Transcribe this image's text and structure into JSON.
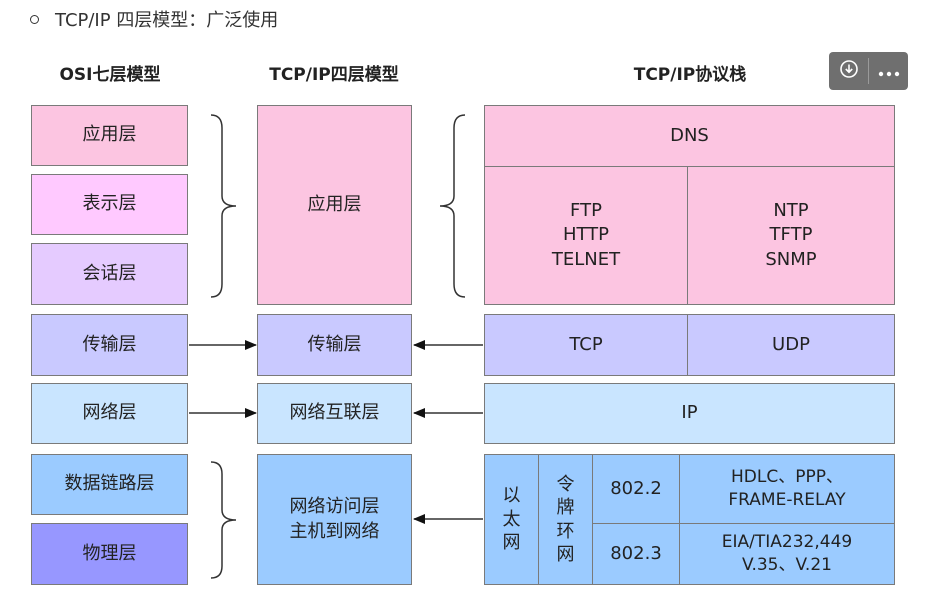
{
  "intro": {
    "text": "TCP/IP 四层模型：广泛使用"
  },
  "headers": {
    "osi": "OSI七层模型",
    "tcpip4": "TCP/IP四层模型",
    "stack": "TCP/IP协议栈"
  },
  "osi_layers": [
    "应用层",
    "表示层",
    "会话层",
    "传输层",
    "网络层",
    "数据链路层",
    "物理层"
  ],
  "tcpip_layers": [
    "应用层",
    "传输层",
    "网络互联层",
    "网络访问层\n主机到网络"
  ],
  "stack": {
    "dns": "DNS",
    "app_left": "FTP\nHTTP\nTELNET",
    "app_right": "NTP\nTFTP\nSNMP",
    "tcp": "TCP",
    "udp": "UDP",
    "ip": "IP",
    "ethernet": "以\n太\n网",
    "token_ring": "令\n牌\n环\n网",
    "std_8022": "802.2",
    "std_8023": "802.3",
    "hdlc": "HDLC、PPP、\nFRAME-RELAY",
    "eia": "EIA/TIA232,449\nV.35、V.21"
  },
  "toolbar": {
    "download_icon": "download-circle-icon",
    "more_icon": "more-icon"
  }
}
